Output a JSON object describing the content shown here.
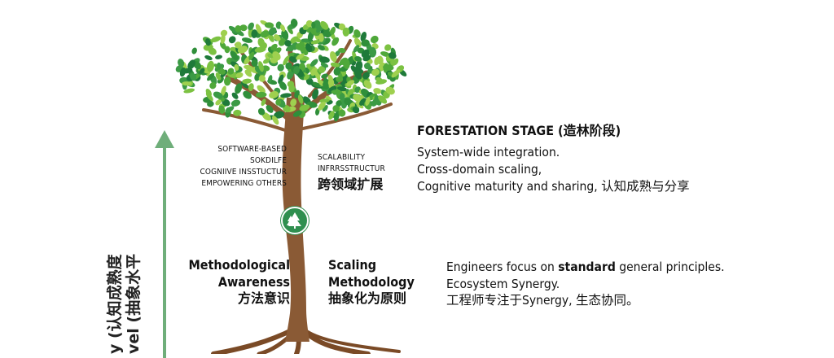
{
  "axis": {
    "line1": "y (认知成熟度",
    "line2": "vel (抽象水平"
  },
  "branch_left": {
    "lines": [
      "SOFTWARE-BASED",
      "SOKDILFE",
      "COGNIIVE INSSTUCTUR",
      "EMPOWERING OTHERS"
    ]
  },
  "branch_right": {
    "lines": [
      "SCALABILITY",
      "INFRRSSTRUCTUR"
    ],
    "cjk": "跨领域扩展"
  },
  "forestation": {
    "title": "FORESTATION STAGE (造林阶段)",
    "lines": [
      "System-wide integration.",
      "Cross-domain scaling,",
      "Cognitive maturity and sharing, 认知成熟与分享"
    ]
  },
  "methodological": {
    "line1": "Methodological",
    "line2": "Awareness",
    "cjk": "方法意识"
  },
  "scaling": {
    "line1": "Scaling",
    "line2": "Methodology",
    "cjk": "抽象化为原则"
  },
  "engineers": {
    "pre": "Engineers focus on ",
    "bold": "standard",
    "post": " general principles.",
    "line2": "Ecosystem Synergy.",
    "line3": "工程师专注于Synergy, 生态协同。"
  },
  "colors": {
    "arrow": "#6fae7a",
    "trunk": "#8a5a35",
    "leaf_dark": "#2f8f3a",
    "leaf_light": "#7cc242",
    "badge": "#2f8f4f"
  },
  "icons": {
    "badge": "tree-icon",
    "axis": "up-arrow-icon"
  }
}
